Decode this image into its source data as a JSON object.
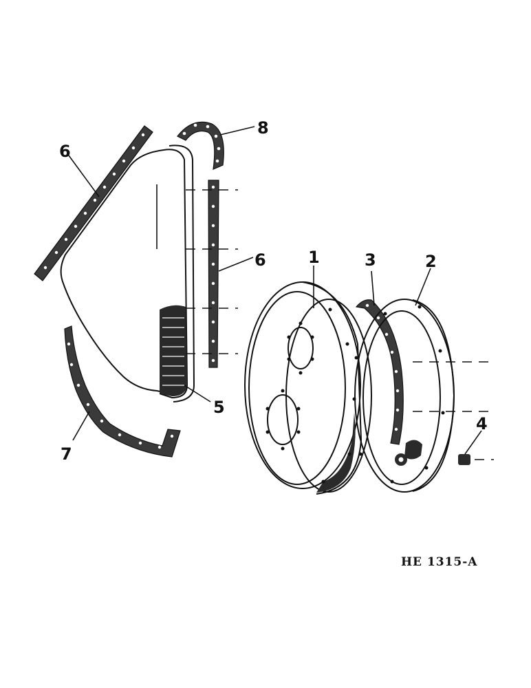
{
  "diagram": {
    "callouts": [
      "1",
      "2",
      "3",
      "4",
      "5",
      "6",
      "6",
      "7",
      "8"
    ],
    "drawing_code": "HE 1315-A"
  }
}
